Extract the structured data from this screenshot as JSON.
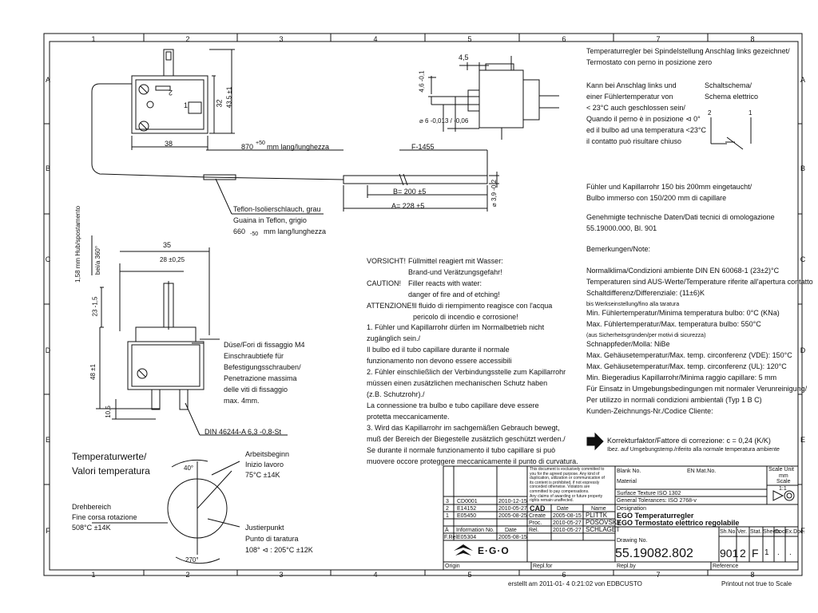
{
  "frame": {
    "columns": [
      "1",
      "2",
      "3",
      "4",
      "5",
      "6",
      "7",
      "8"
    ],
    "rows": [
      "A",
      "B",
      "C",
      "D",
      "E",
      "F"
    ]
  },
  "top_view": {
    "dim_38": "38",
    "dim_32": "32",
    "dim_43": "43,5 ±1",
    "dim_870": "870",
    "dim_870_tol": "+50",
    "dim_870_unit": "mm lang/lunghezza",
    "terminal_2": "2",
    "terminal_1": "1"
  },
  "teflon": {
    "line1": "Teflon-Isolierschlauch, grau",
    "line2": "Guaina in Teflon, grigio",
    "line3_val": "660",
    "line3_tol": "-50",
    "line3_unit": "mm lang/lunghezza"
  },
  "bulb": {
    "f_label": "F-1455",
    "b_label": "B= 200 ±5",
    "a_label": "A= 228 ±5",
    "dia": "⌀ 3,9 -0,2"
  },
  "shaft_view": {
    "dim_45": "4,5",
    "dim_46": "4,6 -0,1",
    "dim_6": "⌀ 6 -0,013 / -0,06"
  },
  "side_view": {
    "dim_35": "35",
    "dim_28": "28 ±0,25",
    "dim_158": "1,58 mm Hub/spostamento",
    "dim_360": "bei/a 360°",
    "dim_23": "23 -1,5",
    "dim_48": "48 ±1",
    "dim_105": "10,5",
    "din": "DIN 46244-A 6,3 -0,8-St"
  },
  "fixing": {
    "line1": "Düse/Fori di fissaggio M4",
    "line2": "Einschraubtiefe für",
    "line3": "Befestigungsschrauben/",
    "line4": "Penetrazione massima",
    "line5": "delle viti di fissaggio",
    "line6": "max. 4mm."
  },
  "warnings": [
    {
      "k": "VORSICHT!",
      "v": "Füllmittel reagiert mit Wasser:"
    },
    {
      "k": "",
      "v": "Brand-und Verätzungsgefahr!"
    },
    {
      "k": "CAUTION!",
      "v": "Filler reacts with water:"
    },
    {
      "k": "",
      "v": "danger of fire and of etching!"
    },
    {
      "k": "ATTENZIONE!",
      "v": "Il fluido di riempimento reagisce con l'acqua"
    },
    {
      "k": "",
      "v": "pericolo di incendio e corrosione!"
    }
  ],
  "notes": [
    "1. Fühler und Kapillarrohr dürfen im Normalbetrieb nicht",
    "   zugänglich sein./",
    "   Il bulbo ed il tubo capillare durante il normale",
    "   funzionamento non devono essere accessibili",
    "2. Fühler einschließlich der Verbindungsstelle zum Kapillarrohr",
    "   müssen einen zusätzlichen mechanischen Schutz haben",
    "   (z.B. Schutzrohr)./",
    "   La connessione tra bulbo e tubo capillare deve essere",
    "   protetta meccanicamente.",
    "3. Wird das Kapillarrohr im sachgemäßen Gebrauch bewegt,",
    "   muß der Bereich der Biegestelle zusätzlich geschützt werden./",
    "   Se durante il normale funzionamento il tubo capillare si può",
    "   muovere occore proteggere meccanicamente il punto di curvatura."
  ],
  "right_top": [
    "Temperaturregler bei Spindelstellung Anschlag links gezeichnet/",
    "Termostato con perno in posizione zero"
  ],
  "left_stop": [
    "Kann bei Anschlag links und",
    "einer Fühlertemperatur von",
    "< 23°C auch geschlossen sein/",
    "Quando il perno è in posizione ⊲ 0°",
    "ed il bulbo ad una temperatura <23°C",
    "il contatto può risultare chiuso"
  ],
  "schema": {
    "t1": "Schaltschema/",
    "t2": "Schema elettrico",
    "p2": "2",
    "p1": "1"
  },
  "right_mid": [
    "Fühler und Kapillarrohr 150 bis 200mm eingetaucht/",
    "Bulbo immerso con 150/200 mm di capillare",
    "",
    "Genehmigte technische Daten/Dati tecnici di omologazione",
    "55.19000.000, Bl. 901",
    "",
    "Bemerkungen/Note:"
  ],
  "specs": [
    {
      "t": "Normalklima/Condizioni ambiente DIN EN 60068-1 (23±2)°C",
      "s": "f9"
    },
    {
      "t": "Temperaturen sind AUS-Werte/Temperature riferite all'apertura contatto",
      "s": "f9"
    },
    {
      "t": "Schaltdifferenz/Differenziale: (11±6)K",
      "s": "f9"
    },
    {
      "t": "bis Werkseinstellung/fino alla taratura",
      "s": "f7"
    },
    {
      "t": "Min. Fühlertemperatur/Minima temperatura bulbo:     0°C (KNa)",
      "s": "f9"
    },
    {
      "t": "Max. Fühlertemperatur/Max. temperatura bulbo:   550°C",
      "s": "f9"
    },
    {
      "t": "(aus Sicherheitsgründen/per motivi di sicurezza)",
      "s": "f7"
    },
    {
      "t": "Schnappfeder/Molla: NiBe",
      "s": "f9"
    },
    {
      "t": "Max. Gehäusetemperatur/Max. temp. circonferenz (VDE): 150°C",
      "s": "f9"
    },
    {
      "t": "Max. Gehäusetemperatur/Max. temp. circonferenz (UL):  120°C",
      "s": "f9"
    },
    {
      "t": "Min. Biegeradius Kapillarrohr/Minima raggio capillare: 5 mm",
      "s": "f9"
    },
    {
      "t": "Für Einsatz in Umgebungsbedingungen mit normaler Verunreinigung/",
      "s": "f9"
    },
    {
      "t": "Per utilizzo in normali condizioni ambientali (Typ 1 B C)",
      "s": "f9"
    },
    {
      "t": "Kunden-Zeichnungs-Nr./Codice Cliente:",
      "s": "f9"
    }
  ],
  "correction": {
    "main": "Korrekturfaktor/Fattore di correzione: c = 0,24 (K/K)",
    "sub": "Ibez. auf Umgebungstemp./riferito alla normale temperatura ambiente"
  },
  "temperature": {
    "title1": "Temperaturwerte/",
    "title2": "Valori temperatura",
    "start_t1": "Arbeitsbeginn",
    "start_t2": "Inizio lavoro",
    "start_t3": "75°C ±14K",
    "angle40": "40°",
    "range_t1": "Drehbereich",
    "range_t2": "Fine corsa rotazione",
    "range_t3": "508°C ±14K",
    "adj_t1": "Justierpunkt",
    "adj_t2": "Punto di taratura",
    "adj_t3": "108° ⊲ : 205°C ±12K",
    "angle270": "270°"
  },
  "titleblock": {
    "rev_rows": [
      {
        "n": "3",
        "info": "CD0001",
        "date": "2010-12-15"
      },
      {
        "n": "2",
        "info": "E14152",
        "date": "2010-05-27"
      },
      {
        "n": "1",
        "info": "E05450",
        "date": "2005-08-25"
      }
    ],
    "hdr_aes": "Ä",
    "hdr_info": "Information No.",
    "hdr_date": "Date",
    "org": "F.Rel.",
    "org_info": "E05304",
    "org_date": "2005-08-15",
    "copyright": [
      "This document is exclusively committed to",
      "you for the agreed purpose. Any kind of",
      "duplication, utilization or communication of",
      "its content is prohibited, if not expressly",
      "conceded otherwise. Violators are",
      "committed to pay compensations.",
      "Any claims of awarding or future property",
      "rights remain unaffected."
    ],
    "cad": "CAD",
    "cad_date": "Date",
    "cad_name": "Name",
    "create": "Create",
    "create_date": "2005-08-15",
    "create_name": "PLITTK",
    "proc": "Proc.",
    "proc_date": "2010-05-27",
    "proc_name": "POSOVSKY",
    "rel": "Rel.",
    "rel_date": "2010-05-27",
    "rel_name": "SCHLAGET",
    "blank_no": "Blank No.",
    "en_mat": "EN Mat.No.",
    "material": "Material",
    "surface": "Surface Texture ISO 1302",
    "tolerances": "General Tolerances: ISO 2768-v",
    "designation": "Designation",
    "des1": "EGO Temperaturregler",
    "des2": "EGO Termostato elettrico regolabile",
    "drawing_no_lbl": "Drawing No.",
    "drawing_no": "55.19082.802",
    "shno_lbl": "Sh.No.",
    "shno": "901",
    "ver_lbl": "Ver.",
    "ver": "2",
    "stat_lbl": "Stat.",
    "stat": "F",
    "sheets_lbl": "Sheets",
    "sheets": "1",
    "doc_lbl": "Doc.",
    "doc": ".",
    "exdoc_lbl": "Ex.Doc.",
    "exdoc": ".",
    "scale_unit": "Scale Unit",
    "scale_unit_v": "mm",
    "scale": "Scale",
    "scale_v": "1:1",
    "logo": "E·G·O",
    "origin": "Origin",
    "repl_for": "Repl.for",
    "repl_by": "Repl.by",
    "reference": "Reference"
  },
  "footer": {
    "created": "erstellt am 2011-01- 4  0:21:02 von EDBCUSTO",
    "printout": "Printout not true to Scale"
  },
  "colors": {
    "ink": "#111111",
    "paper": "#ffffff"
  }
}
